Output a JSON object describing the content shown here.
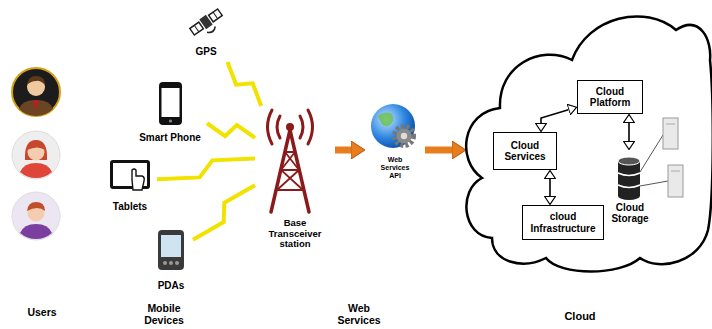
{
  "diagram": {
    "nodes": [
      {
        "text": [
          "GPS"
        ]
      },
      {
        "text": [
          "Smart Phone"
        ]
      },
      {
        "text": [
          "Tablets"
        ]
      },
      {
        "text": [
          "PDAs"
        ]
      },
      {
        "text": [
          "Base Transceiver station"
        ]
      },
      {
        "text": [
          "Web Services API"
        ]
      },
      {
        "text": [
          "Cloud"
        ]
      },
      {
        "text": [
          "Cloud Platform"
        ],
        "in": 6
      },
      {
        "text": [
          "Cloud Services"
        ],
        "in": 6
      },
      {
        "text": [
          "cloud Infrastructure"
        ],
        "in": 6
      },
      {
        "text": [
          "Cloud Storage"
        ],
        "in": 6
      }
    ],
    "edges": [
      {
        "from": 0,
        "to": 4,
        "arrow": "none"
      },
      {
        "from": 1,
        "to": 4,
        "arrow": "none"
      },
      {
        "from": 2,
        "to": 4,
        "arrow": "none"
      },
      {
        "from": 3,
        "to": 4,
        "arrow": "none"
      },
      {
        "from": 4,
        "to": 5,
        "arrow": "to"
      },
      {
        "from": 5,
        "to": 6,
        "arrow": "to"
      },
      {
        "from": 8,
        "to": 7,
        "arrow": "both"
      },
      {
        "from": 8,
        "to": 9,
        "arrow": "both"
      },
      {
        "from": 7,
        "to": 10,
        "arrow": "both"
      }
    ],
    "labels": [
      "Users",
      "Mobile Devices",
      "Web Services"
    ]
  }
}
